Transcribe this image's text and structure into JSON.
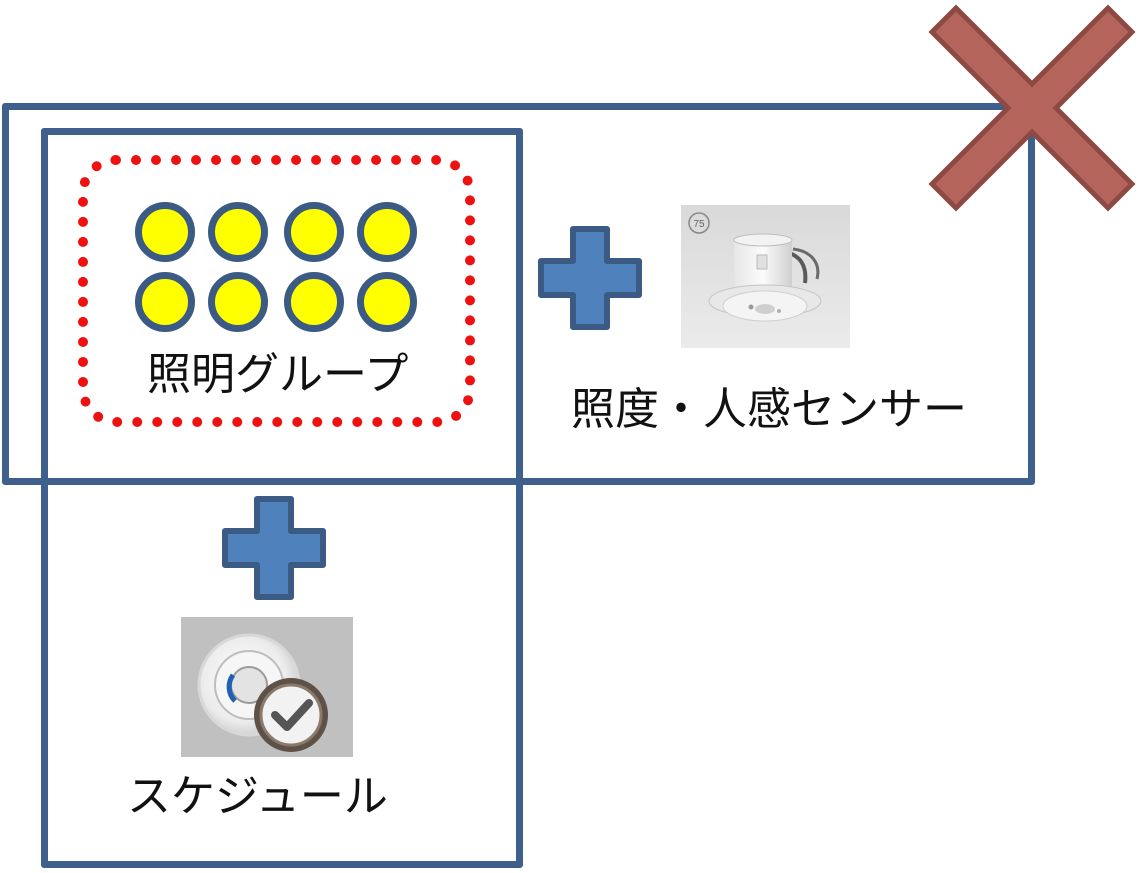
{
  "labels": {
    "lighting_group": "照明グループ",
    "sensor": "照度・人感センサー",
    "schedule": "スケジュール"
  },
  "sensor_badge": "75",
  "lamps": [
    {
      "color": "#ffff00"
    },
    {
      "color": "#ffff00"
    },
    {
      "color": "#ffff00"
    },
    {
      "color": "#ffff00"
    },
    {
      "color": "#ffff00"
    },
    {
      "color": "#ffff00"
    },
    {
      "color": "#ffff00"
    },
    {
      "color": "#ffff00"
    }
  ],
  "colors": {
    "frame": "#3f5f8c",
    "plus_fill": "#4f81bd",
    "plus_stroke": "#3b5a84",
    "cross_fill": "#b5645c",
    "cross_stroke": "#8c4a43",
    "group_outline": "#ee1111",
    "lamp_fill": "#ffff00"
  },
  "icons": {
    "plus": "plus-icon",
    "cross": "cross-icon",
    "sensor": "ceiling-sensor-image",
    "schedule": "schedule-clock-icon"
  }
}
